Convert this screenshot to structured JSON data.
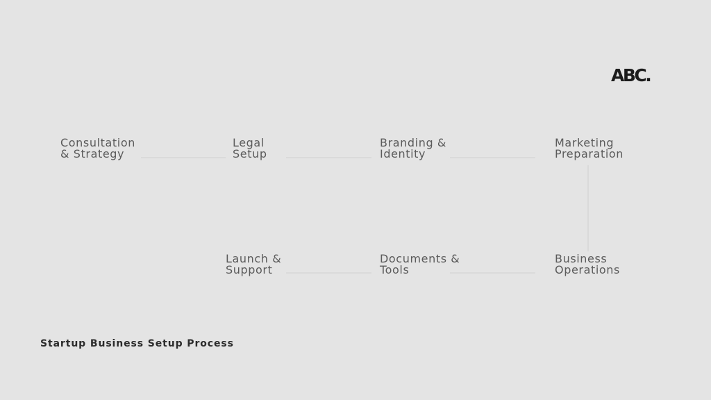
{
  "logo": {
    "text": "ABC."
  },
  "steps": [
    {
      "line1": "Consultation",
      "line2": "& Strategy"
    },
    {
      "line1": "Legal",
      "line2": "Setup"
    },
    {
      "line1": "Branding &",
      "line2": "Identity"
    },
    {
      "line1": "Marketing",
      "line2": "Preparation"
    },
    {
      "line1": "Business",
      "line2": "Operations"
    },
    {
      "line1": "Documents &",
      "line2": "Tools"
    },
    {
      "line1": "Launch &",
      "line2": "Support"
    }
  ],
  "footer": {
    "title": "Startup Business Setup Process"
  },
  "colors": {
    "background": "#e4e4e4",
    "step_text": "#5b5b5b",
    "connector": "#cfcfcf",
    "title": "#2c2c2c",
    "logo": "#1b1b1b"
  }
}
